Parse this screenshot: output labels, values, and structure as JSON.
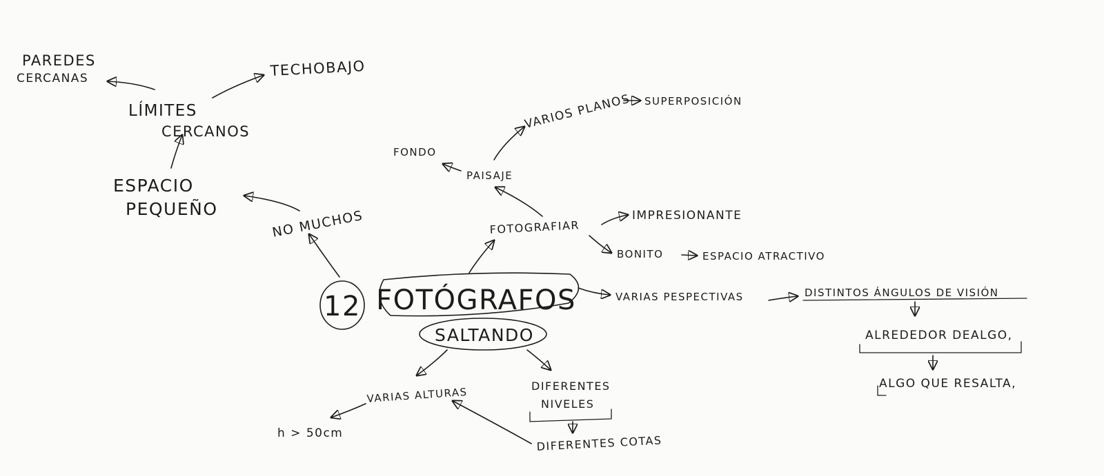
{
  "nodes": {
    "count": "12",
    "center": "FOTÓGRAFOS",
    "saltando": "SALTANDO",
    "no_muchos": "NO MUCHOS",
    "espacio_line1": "ESPACIO",
    "espacio_line2": "PEQUEÑO",
    "limites_line1": "LÍMITES",
    "limites_line2": "CERCANOS",
    "paredes_line1": "PAREDES",
    "paredes_line2": "CERCANAS",
    "techo_bajo": "TECHOBAJO",
    "fotografiar": "FOTOGRAFIAR",
    "paisaje": "PAISAJE",
    "fondo": "FONDO",
    "varios_planos": "VARIOS PLANOS",
    "superposicion": "SUPERPOSICIÓN",
    "impresionante": "IMPRESIONANTE",
    "bonito": "BONITO",
    "espacio_atractivo": "ESPACIO ATRACTIVO",
    "varias_perspectivas": "VARIAS PESPECTIVAS",
    "distintos_angulos": "DISTINTOS ÁNGULOS DE VISIÓN",
    "alrededor": "ALREDEDOR DEALGO,",
    "algo_resalta": "ALGO QUE RESALTA,",
    "varias_alturas": "VARIAS ALTURAS",
    "altura_min": "h > 50cm",
    "diferentes_line1": "DIFERENTES",
    "diferentes_line2": "NIVELES",
    "diferentes_cotas": "DIFERENTES COTAS"
  }
}
